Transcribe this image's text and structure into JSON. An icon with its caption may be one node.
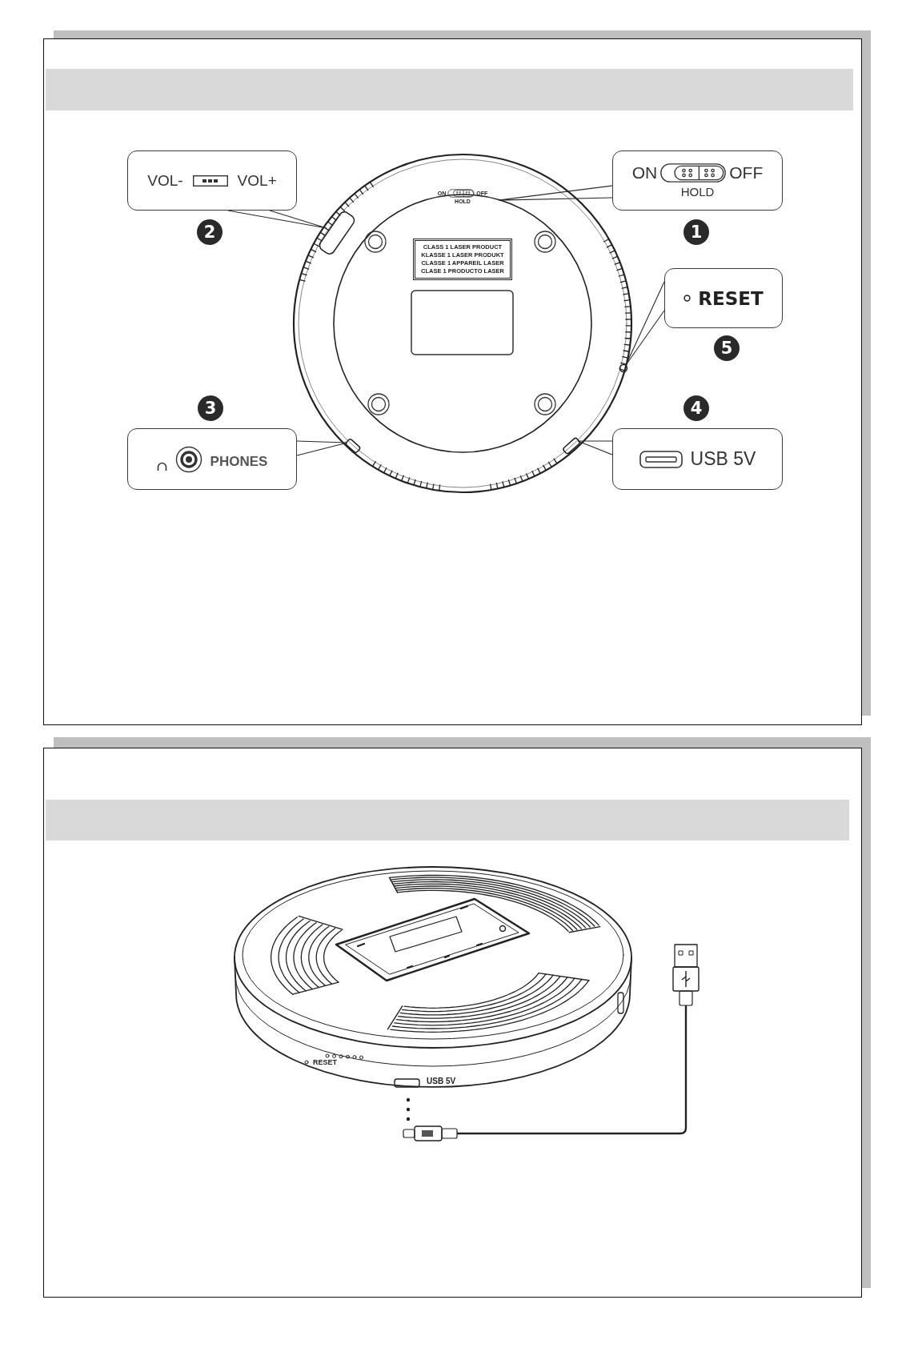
{
  "diagram": {
    "nodes": [
      {
        "text": [
          "VOL-",
          "VOL+"
        ],
        "beside": [
          "2"
        ]
      },
      {
        "text": [
          "ON",
          "OFF",
          "HOLD"
        ],
        "beside": [
          "1"
        ]
      },
      {
        "text": [
          "ON",
          "OFF",
          "HOLD"
        ]
      },
      {
        "text": [],
        "shape": "box"
      },
      {
        "text": [
          "CLASS 1 LASER PRODUCT",
          "KLASSE 1 LASER PRODUKT",
          "CLASSE 1 APPAREIL LASER",
          "CLASE 1 PRODUCTO LASER"
        ]
      },
      {
        "text": [
          "RESET"
        ],
        "beside": [
          "5"
        ]
      },
      {
        "text": [],
        "shape": "circle"
      },
      {
        "text": [
          "PHONES"
        ],
        "beside": [
          "3"
        ]
      },
      {
        "text": [],
        "shape": "box"
      },
      {
        "text": [],
        "shape": "box"
      },
      {
        "text": [
          "USB 5V"
        ],
        "beside": [
          "4"
        ]
      }
    ],
    "edges": [
      {
        "from": 0,
        "to": 3,
        "arrow": "none"
      },
      {
        "from": 1,
        "to": 2,
        "arrow": "none"
      },
      {
        "from": 5,
        "to": 6,
        "arrow": "none"
      },
      {
        "from": 7,
        "to": 8,
        "arrow": "none"
      },
      {
        "from": 10,
        "to": 9,
        "arrow": "none"
      }
    ],
    "labels": [
      "RESET",
      "USB 5V"
    ]
  }
}
